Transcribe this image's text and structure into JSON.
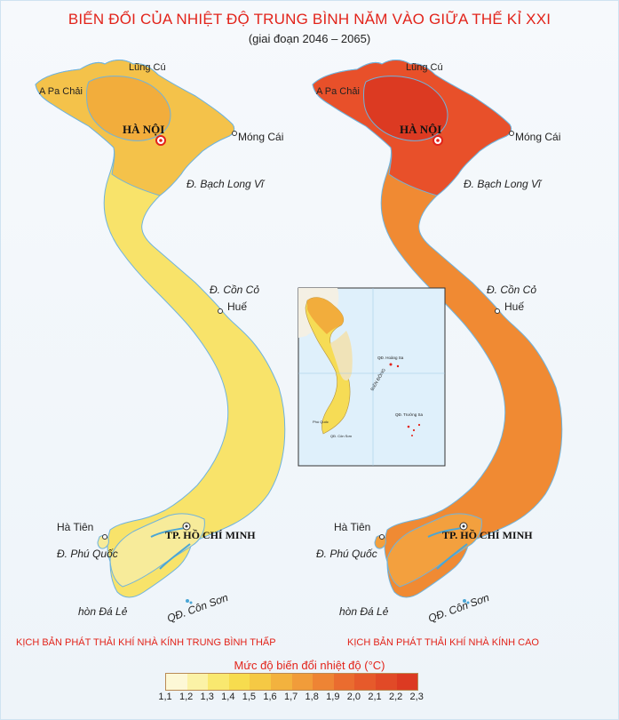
{
  "title": "BIẾN ĐỔI CỦA NHIỆT ĐỘ TRUNG BÌNH NĂM VÀO GIỮA THẾ KỈ XXI",
  "subtitle": "(giai đoạn 2046 – 2065)",
  "maps": {
    "left": {
      "scenario_label": "KỊCH BẢN PHÁT THẢI KHÍ NHÀ KÍNH TRUNG BÌNH THẤP",
      "colors": {
        "north": "#f4c24a",
        "north_core": "#f2ad3c",
        "center": "#f6dc55",
        "south": "#f8e36a",
        "delta": "#f7eb9a"
      }
    },
    "right": {
      "scenario_label": "KỊCH BẢN PHÁT THẢI KHÍ NHÀ KÍNH CAO",
      "colors": {
        "north": "#e8502a",
        "north_core": "#dc3a22",
        "center": "#ee7a2c",
        "south": "#f08a33",
        "delta": "#f3a03e"
      }
    }
  },
  "places": {
    "lung_cu": "Lũng Cú",
    "a_pa_chai": "A Pa Chải",
    "ha_noi": "HÀ NỘI",
    "mong_cai": "Móng Cái",
    "bach_long_vi": "Đ. Bạch Long Vĩ",
    "con_co": "Đ. Cồn Cỏ",
    "hue": "Huế",
    "ha_tien": "Hà Tiên",
    "phu_quoc": "Đ. Phú Quốc",
    "hcm": "TP. HỒ CHÍ MINH",
    "hon_da_le": "hòn Đá Lẻ",
    "con_son": "QĐ. Côn Sơn"
  },
  "inset": {
    "labels": {
      "bien_dong": "BIỂN ĐÔNG",
      "hoang_sa": "QĐ. Hoàng Sa",
      "truong_sa": "QĐ. Trường Sa",
      "con_son": "QĐ. Côn Sơn",
      "phu_quoc": "Phú Quốc"
    }
  },
  "legend": {
    "title": "Mức độ biến đổi nhiệt độ (°C)",
    "ticks": [
      "1,1",
      "1,2",
      "1,3",
      "1,4",
      "1,5",
      "1,6",
      "1,7",
      "1,8",
      "1,9",
      "2,0",
      "2,1",
      "2,2",
      "2,3"
    ],
    "colors": [
      "#fdf8d6",
      "#fbf2a6",
      "#f9e86f",
      "#f7dc4e",
      "#f5c944",
      "#f3b23e",
      "#f19c3a",
      "#ee8434",
      "#ea6c2f",
      "#e65a2b",
      "#e14a27",
      "#dc3a22"
    ]
  }
}
